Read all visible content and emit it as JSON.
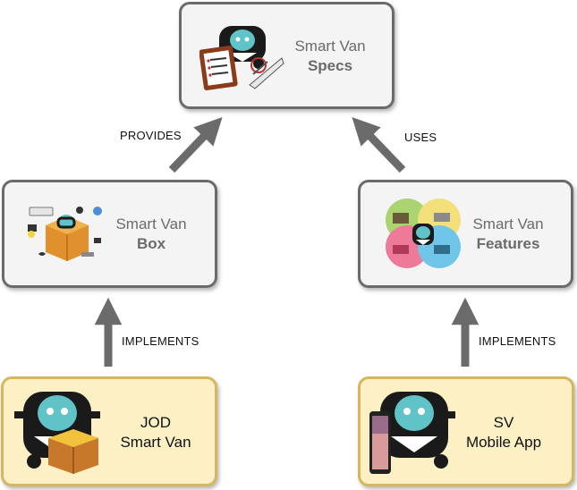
{
  "nodes": {
    "specs": {
      "line1": "Smart Van",
      "line2": "Specs"
    },
    "box": {
      "line1": "Smart Van",
      "line2": "Box"
    },
    "features": {
      "line1": "Smart Van",
      "line2": "Features"
    },
    "jod": {
      "line1": "JOD",
      "line2": "Smart Van"
    },
    "sv": {
      "line1": "SV",
      "line2": "Mobile App"
    }
  },
  "edges": {
    "box_to_specs": "PROVIDES",
    "features_to_specs": "USES",
    "jod_to_box": "IMPLEMENTS",
    "sv_to_features": "IMPLEMENTS"
  },
  "colors": {
    "grey_box_fill": "#f4f4f4",
    "grey_box_stroke": "#6b6b6b",
    "yellow_box_fill": "#fdf0c5",
    "yellow_box_stroke": "#d8b65d",
    "arrow": "#6b6b6b",
    "van_mascot": "#5fc3c8"
  },
  "icons": [
    "van-mascot-icon",
    "clipboard-icon",
    "ruler-icon",
    "package-box-icon",
    "devices-icon",
    "feature-circles-icon",
    "smartphone-icon"
  ]
}
